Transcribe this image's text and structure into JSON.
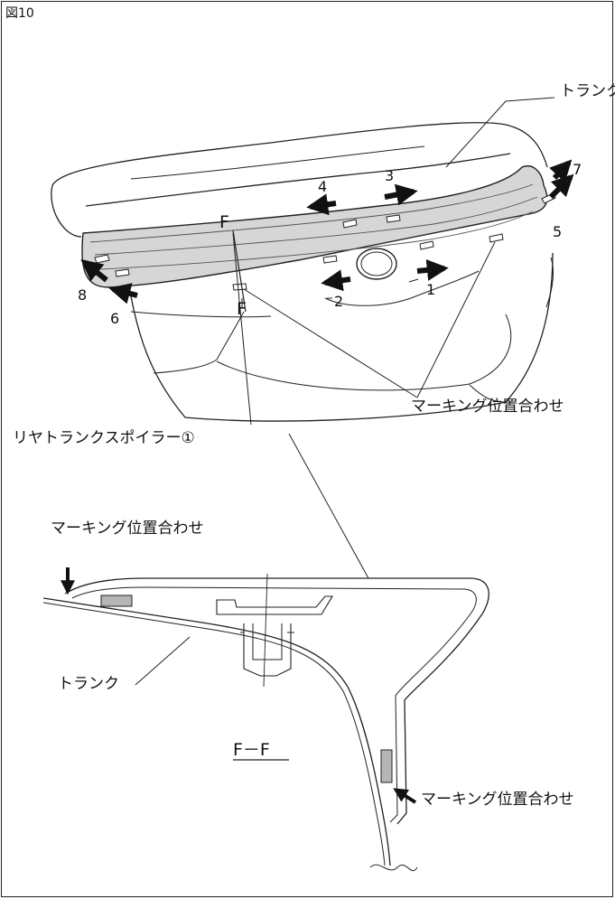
{
  "figure_label": "図10",
  "labels": {
    "trunk_top": "トランク",
    "trunk_section": "トランク",
    "marking_1": "マーキング位置合わせ",
    "marking_2": "マーキング位置合わせ",
    "marking_3": "マーキング位置合わせ",
    "spoiler": "リヤトランクスポイラー①",
    "section_mark": "F",
    "section_title": "F－F"
  },
  "step_numbers": [
    "1",
    "2",
    "3",
    "4",
    "5",
    "6",
    "7",
    "8"
  ],
  "colors": {
    "line": "#222222",
    "tape_fill": "#b5b5b5",
    "spoiler_fill": "#d6d6d6",
    "background": "#ffffff"
  }
}
